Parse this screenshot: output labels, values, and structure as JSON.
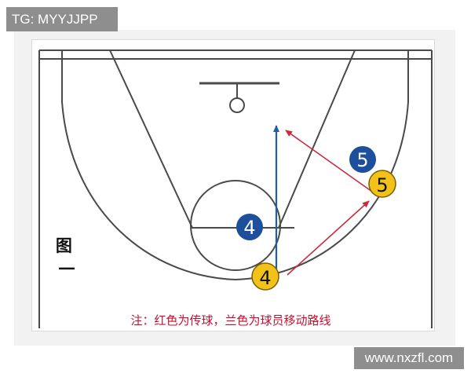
{
  "watermark_top": "TG: MYYJJPP",
  "watermark_bottom": "www.nxzfl.com",
  "figure_label": "图\n一",
  "note": "注：红色为传球，兰色为球员移动路线",
  "players": {
    "defender_4": "4",
    "defender_5": "5",
    "attacker_4": "4",
    "attacker_5": "5"
  },
  "colors": {
    "court_line": "#4a4a4a",
    "pass_line": "#cc2a3a",
    "move_line": "#1f5fa8",
    "blue_player": "#1e4f9c",
    "yellow_player": "#f2c21b",
    "note_text": "#c8102e"
  },
  "icons": {
    "hoop": "basket-hoop-icon",
    "pass": "red-arrow",
    "move": "blue-arrow"
  }
}
